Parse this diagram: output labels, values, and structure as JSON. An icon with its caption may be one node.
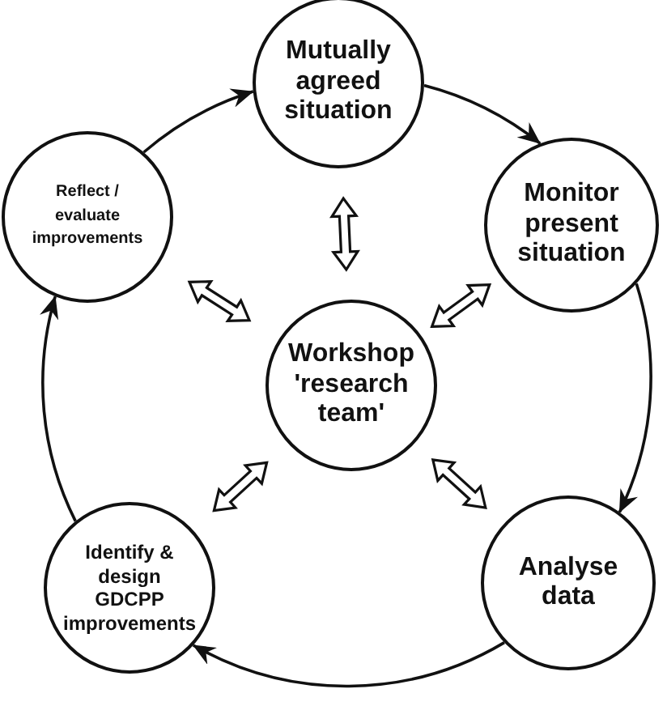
{
  "diagram": {
    "nodes": [
      {
        "text": [
          "Mutually agreed situation"
        ]
      },
      {
        "text": [
          "Reflect / evaluate improvements"
        ]
      },
      {
        "text": [
          "Monitor present situation"
        ]
      },
      {
        "text": [
          "Workshop 'research team'"
        ]
      },
      {
        "text": [
          "Identify & design GDCPP improvements"
        ]
      },
      {
        "text": [
          "Analyse data"
        ]
      }
    ],
    "edges": [
      {
        "from": 1,
        "to": 0,
        "arrow": "to"
      },
      {
        "from": 0,
        "to": 2,
        "arrow": "to"
      },
      {
        "from": 2,
        "to": 5,
        "arrow": "to"
      },
      {
        "from": 5,
        "to": 4,
        "arrow": "to"
      },
      {
        "from": 4,
        "to": 1,
        "arrow": "to"
      },
      {
        "from": 3,
        "to": 0,
        "arrow": "both",
        "style": "thick"
      },
      {
        "from": 3,
        "to": 2,
        "arrow": "both",
        "style": "thick"
      },
      {
        "from": 3,
        "to": 5,
        "arrow": "both",
        "style": "thick"
      },
      {
        "from": 3,
        "to": 4,
        "arrow": "both",
        "style": "thick"
      },
      {
        "from": 3,
        "to": 1,
        "arrow": "both",
        "style": "thick"
      }
    ]
  }
}
